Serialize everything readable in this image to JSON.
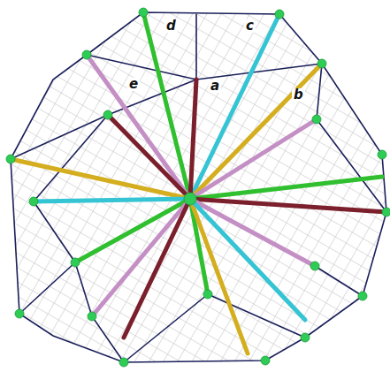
{
  "diagram": {
    "labels": [
      "d",
      "c",
      "e",
      "a",
      "b"
    ]
  }
}
